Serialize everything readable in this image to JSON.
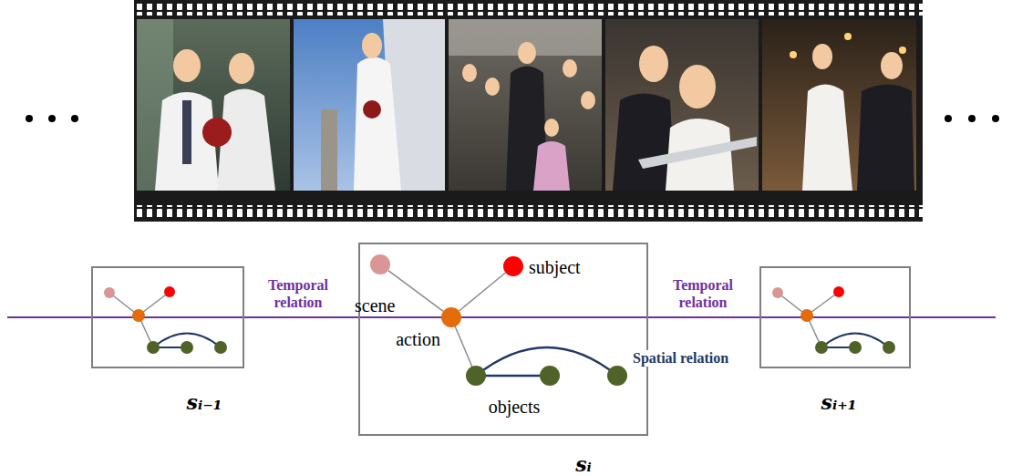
{
  "diagram": {
    "nodes": [
      {
        "text": [
          "sᵢ₋₁"
        ]
      },
      {
        "text": [
          "sᵢ"
        ]
      },
      {
        "text": [
          "scene"
        ],
        "in": 1
      },
      {
        "text": [
          "subject"
        ],
        "in": 1
      },
      {
        "text": [
          "action"
        ],
        "in": 1
      },
      {
        "text": [
          "sᵢ₊₁"
        ]
      }
    ],
    "edges": [
      {
        "from": 4,
        "to": 2,
        "arrow": "none"
      },
      {
        "from": 4,
        "to": 3,
        "arrow": "none"
      }
    ],
    "labels": [
      "Temporal relation",
      "Temporal relation",
      "Spatial relation",
      "objects"
    ]
  }
}
